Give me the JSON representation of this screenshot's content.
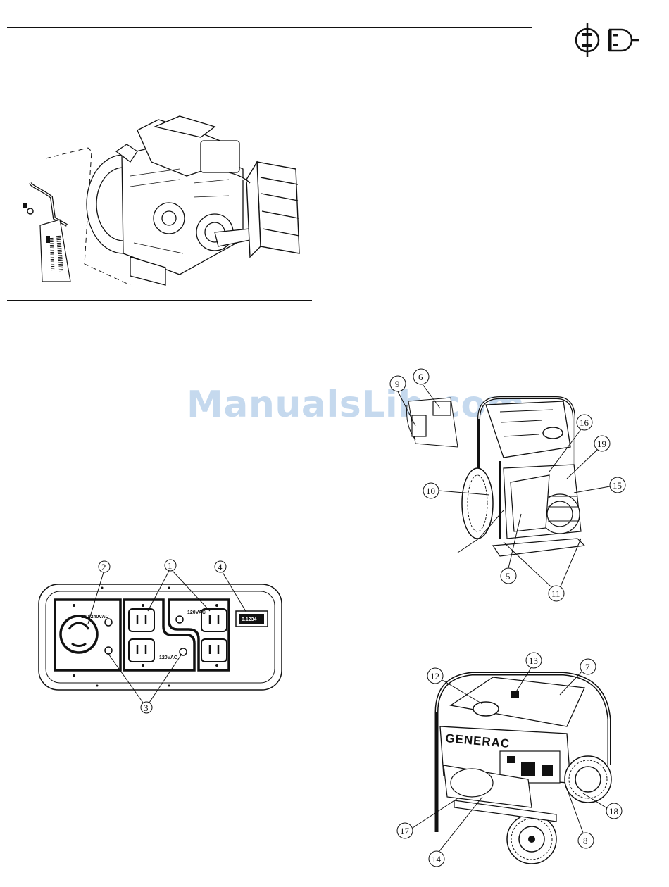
{
  "header": {
    "icon_name": "generator-plug-icon"
  },
  "watermark": {
    "text": "ManualsLib.com"
  },
  "panel": {
    "labels": {
      "twist_lock": "120/240VAC",
      "right_outlets": "120VAC",
      "left_outlets": "120VAC",
      "meter": "0.1234"
    },
    "callouts": [
      "2",
      "1",
      "4",
      "3"
    ]
  },
  "generator_front": {
    "callouts": [
      "9",
      "6",
      "16",
      "19",
      "10",
      "15",
      "5",
      "11"
    ]
  },
  "generator_rear": {
    "brand": "GENERAC",
    "callouts": [
      "13",
      "12",
      "7",
      "17",
      "14",
      "8",
      "18"
    ]
  }
}
